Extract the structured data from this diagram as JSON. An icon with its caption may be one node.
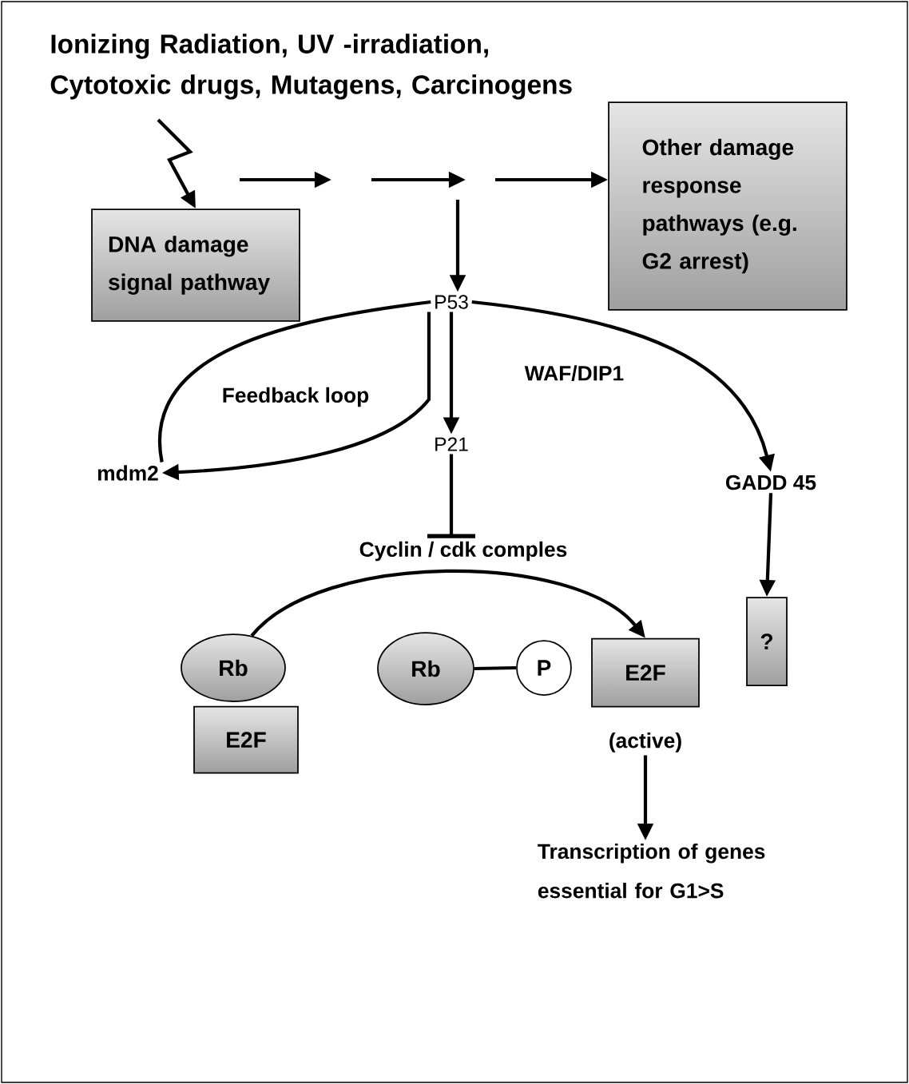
{
  "diagram": {
    "nodes": [
      {
        "text": [
          "Ionizing Radiation, UV -irradiation, Cytotoxic drugs, Mutagens, Carcinogens"
        ]
      },
      {
        "text": [
          "DNA damage signal pathway"
        ]
      },
      {
        "text": [
          "Other damage response pathways (e.g. G2 arrest)"
        ]
      },
      {
        "text": [
          "P53"
        ]
      },
      {
        "text": [
          "mdm2"
        ]
      },
      {
        "text": [
          "P21"
        ]
      },
      {
        "text": [
          "Cyclin / cdk comples"
        ]
      },
      {
        "text": [
          "GADD 45"
        ]
      },
      {
        "text": [
          "Rb"
        ]
      },
      {
        "text": [
          "E2F"
        ]
      },
      {
        "text": [
          "Rb"
        ]
      },
      {
        "text": [
          "P"
        ]
      },
      {
        "text": [
          "E2F"
        ],
        "beside": [
          "(active)"
        ]
      },
      {
        "text": [
          "?"
        ]
      },
      {
        "text": [
          "Transcription of genes essential for G1>S"
        ]
      }
    ],
    "edges": [
      {
        "from": 0,
        "to": 1,
        "arrow": "to"
      },
      {
        "from": null,
        "to": 2,
        "arrow": "to"
      },
      {
        "from": null,
        "to": 3,
        "arrow": "to"
      },
      {
        "from": 3,
        "to": 4,
        "arrow": "to"
      },
      {
        "from": 4,
        "to": 3,
        "arrow": "none"
      },
      {
        "from": 3,
        "to": 5,
        "arrow": "to",
        "label": "WAF/DIP1"
      },
      {
        "from": 5,
        "to": 6,
        "arrow": "other"
      },
      {
        "from": 3,
        "to": 7,
        "arrow": "to"
      },
      {
        "from": 7,
        "to": 13,
        "arrow": "to"
      },
      {
        "from": 8,
        "to": 12,
        "arrow": "to"
      },
      {
        "from": 10,
        "to": 11,
        "arrow": "none"
      },
      {
        "from": 12,
        "to": 14,
        "arrow": "to"
      }
    ],
    "labels": [
      "Feedback loop"
    ]
  }
}
